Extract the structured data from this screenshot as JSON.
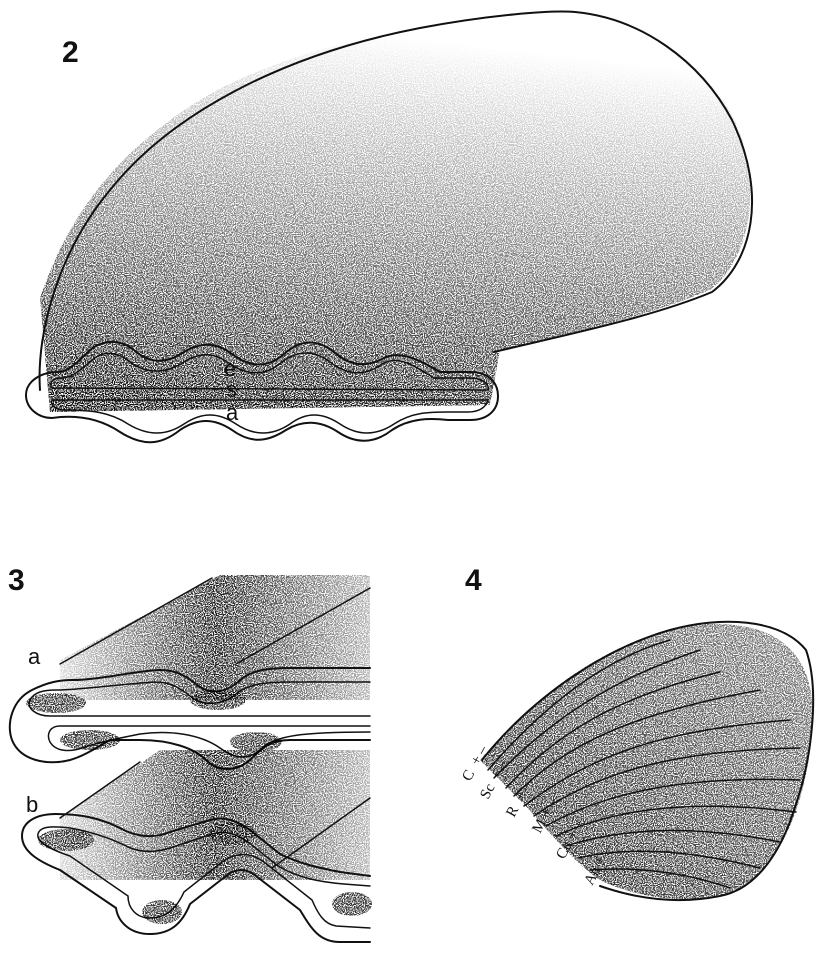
{
  "figure2": {
    "number": "2",
    "labels": {
      "e": "e",
      "s": "s",
      "a": "a"
    }
  },
  "figure3": {
    "number": "3",
    "labels": {
      "a": "a",
      "b": "b"
    }
  },
  "figure4": {
    "number": "4",
    "veins": [
      {
        "name": "C",
        "signs": "+ –"
      },
      {
        "name": "Sc",
        "signs": "+ –"
      },
      {
        "name": "R",
        "signs": "+ –"
      },
      {
        "name": "M",
        "signs": "+ –"
      },
      {
        "name": "Cu",
        "signs": "+ –"
      },
      {
        "name": "An",
        "signs": "+ –"
      }
    ]
  }
}
